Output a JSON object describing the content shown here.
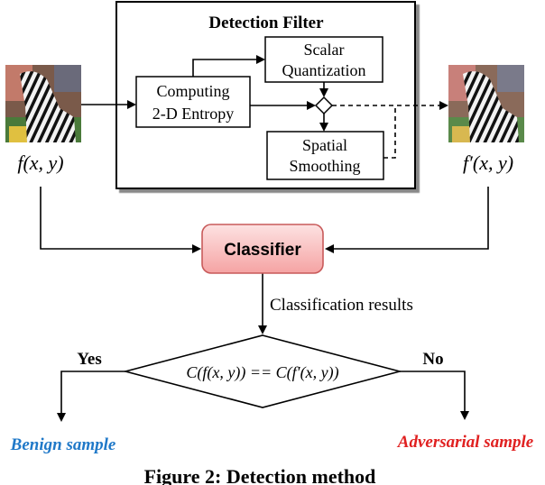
{
  "detection_filter": {
    "title": "Detection Filter",
    "entropy_line1": "Computing",
    "entropy_line2": "2-D Entropy",
    "quant_line1": "Scalar",
    "quant_line2": "Quantization",
    "smooth_line1": "Spatial",
    "smooth_line2": "Smoothing"
  },
  "input_label": "f(x, y)",
  "output_label": "f′(x, y)",
  "classifier": {
    "label": "Classifier",
    "fill_top": "#fde2e2",
    "fill_bottom": "#f5a3a3",
    "border": "#c85a5a"
  },
  "classification_results": "Classification results",
  "decision": {
    "text": "C(f(x, y)) == C(f′(x, y))",
    "yes": "Yes",
    "no": "No"
  },
  "outputs": {
    "benign": "Benign sample",
    "benign_color": "#1f78c8",
    "adversarial": "Adversarial sample",
    "adversarial_color": "#e02020"
  },
  "caption": "Figure 2: Detection method",
  "icons": {
    "input_image": "zebra-image",
    "output_image": "zebra-image-filtered"
  }
}
